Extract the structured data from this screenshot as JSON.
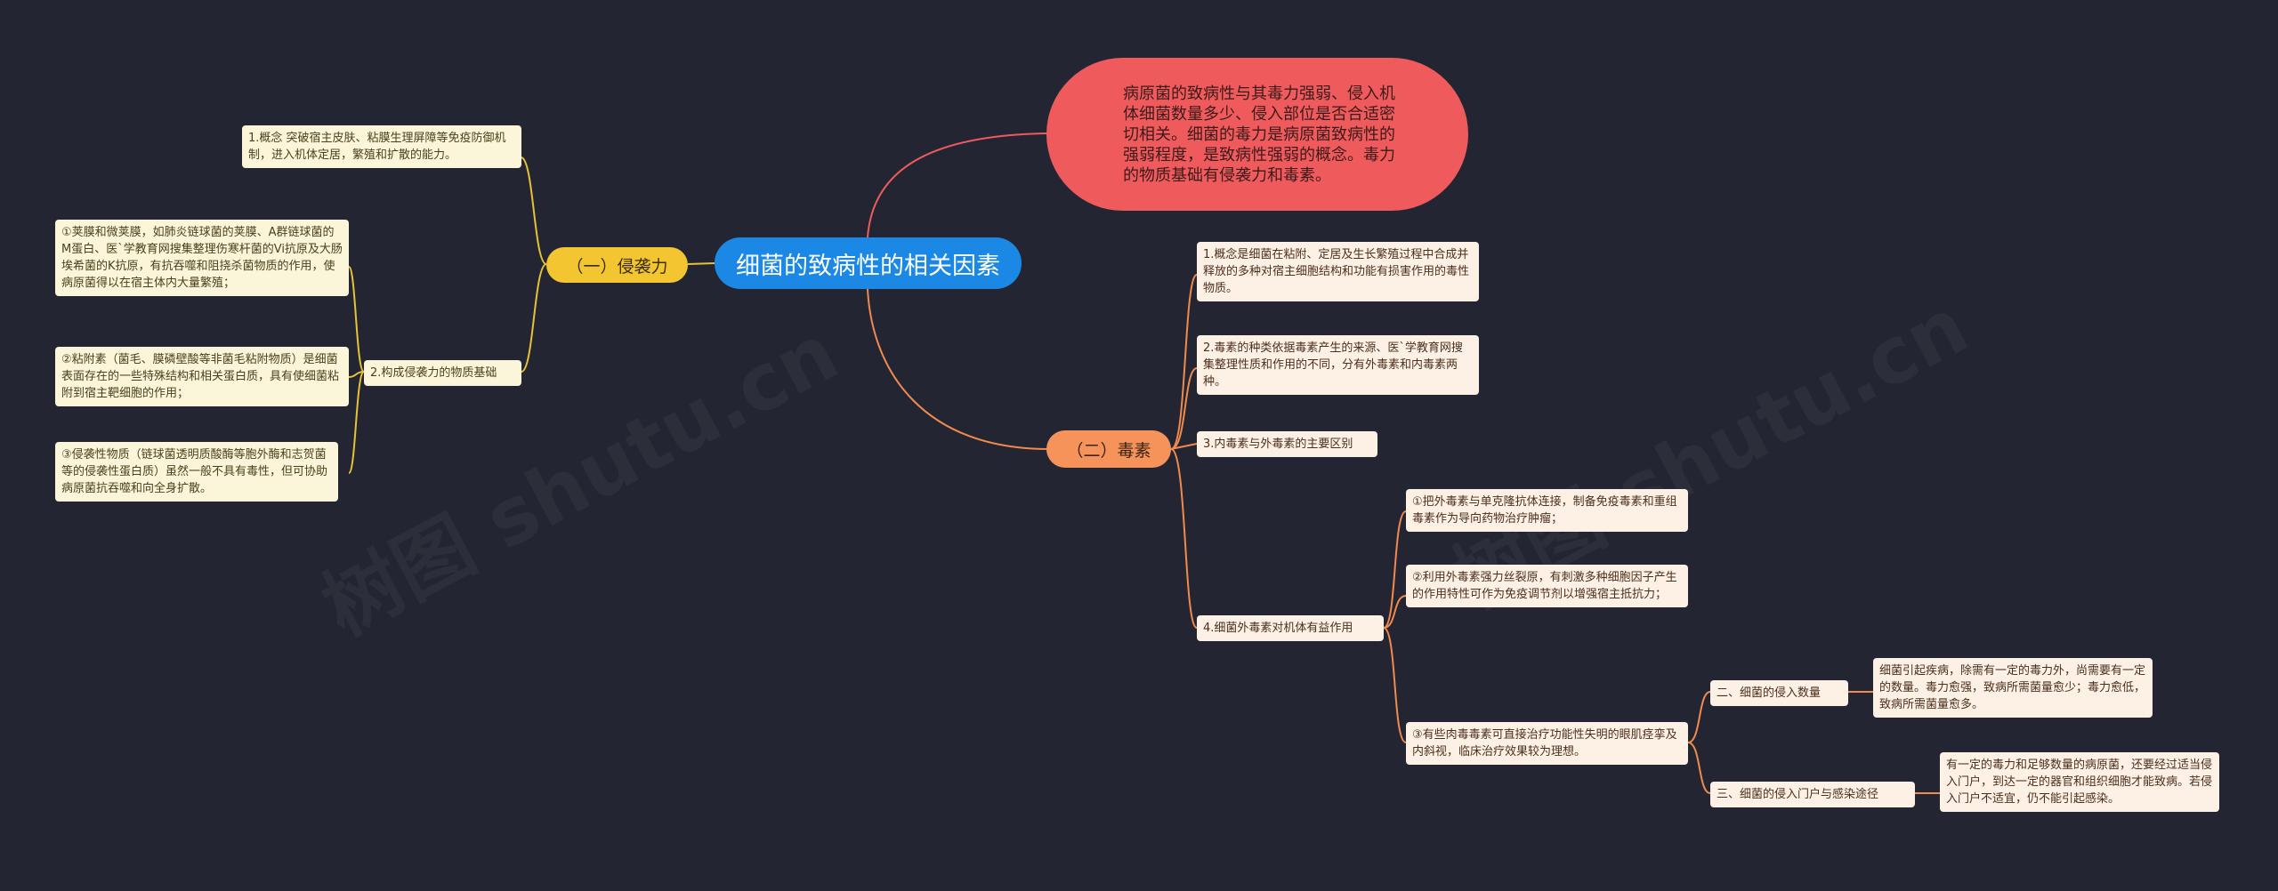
{
  "root": "细菌的致病性的相关因素",
  "bubble": "病原菌的致病性与其毒力强弱、侵入机体细菌数量多少、侵入部位是否合适密切相关。细菌的毒力是病原菌致病性的强弱程度，是致病性强弱的概念。毒力的物质基础有侵袭力和毒素。",
  "watermark": [
    "树图 shutu.cn",
    "树图 shutu.cn"
  ],
  "invasion": {
    "label": "（一）侵袭力",
    "concept": "1.概念 突破宿主皮肤、粘膜生理屏障等免疫防御机制，进入机体定居，繁殖和扩散的能力。",
    "basis": "2.构成侵袭力的物质基础",
    "basis_items": [
      "①荚膜和微荚膜，如肺炎链球菌的荚膜、A群链球菌的M蛋白、医`学教育网搜集整理伤寒杆菌的Vi抗原及大肠埃希菌的K抗原，有抗吞噬和阻挠杀菌物质的作用，使病原菌得以在宿主体内大量繁殖；",
      "②粘附素（菌毛、膜磷壁酸等非菌毛粘附物质）是细菌表面存在的一些特殊结构和相关蛋白质，具有使细菌粘附到宿主靶细胞的作用；",
      "③侵袭性物质（链球菌透明质酸酶等胞外酶和志贺菌等的侵袭性蛋白质）虽然一般不具有毒性，但可协助病原菌抗吞噬和向全身扩散。"
    ]
  },
  "toxin": {
    "label": "（二）毒素",
    "items": [
      "1.概念是细菌在粘附、定居及生长繁殖过程中合成并释放的多种对宿主细胞结构和功能有损害作用的毒性物质。",
      "2.毒素的种类依据毒素产生的来源、医`学教育网搜集整理性质和作用的不同，分有外毒素和内毒素两种。",
      "3.内毒素与外毒素的主要区别",
      "4.细菌外毒素对机体有益作用"
    ],
    "benefits": [
      "①把外毒素与单克隆抗体连接，制备免疫毒素和重组毒素作为导向药物治疗肿瘤；",
      "②利用外毒素强力丝裂原，有刺激多种细胞因子产生的作用特性可作为免疫调节剂以增强宿主抵抗力；",
      "③有些肉毒毒素可直接治疗功能性失明的眼肌痉挛及内斜视，临床治疗效果较为理想。"
    ],
    "sub": [
      {
        "label": "二、细菌的侵入数量",
        "text": "细菌引起疾病，除需有一定的毒力外，尚需要有一定的数量。毒力愈强，致病所需菌量愈少；毒力愈低，致病所需菌量愈多。"
      },
      {
        "label": "三、细菌的侵入门户与感染途径",
        "text": "有一定的毒力和足够数量的病原菌，还要经过适当侵入门户，到达一定的器官和组织细胞才能致病。若侵入门户不适宜，仍不能引起感染。"
      }
    ]
  },
  "colors": {
    "background": "#232632",
    "root": "#1b88e6",
    "bubble": "#ef5b5d",
    "invasion": "#f3c531",
    "toxin": "#f5935a",
    "invasion_line": "#e7c236",
    "toxin_line": "#f08a4e"
  }
}
